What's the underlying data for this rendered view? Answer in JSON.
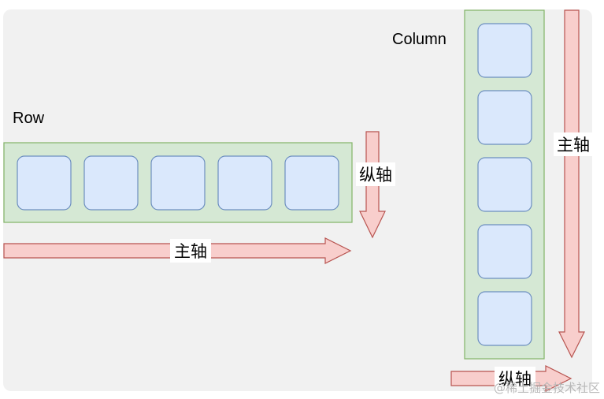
{
  "diagram": {
    "row": {
      "title": "Row",
      "item_count": 5,
      "main_axis_label": "主轴",
      "cross_axis_label": "纵轴"
    },
    "column": {
      "title": "Column",
      "item_count": 5,
      "main_axis_label": "主轴",
      "cross_axis_label": "纵轴"
    }
  },
  "watermark": "@稀土掘金技术社区",
  "colors": {
    "background": "#f1f1f1",
    "container_fill": "#d5e8d4",
    "container_stroke": "#82b366",
    "item_fill": "#dae8fc",
    "item_stroke": "#6c8ebf",
    "arrow_fill": "#f8cecc",
    "arrow_stroke": "#b85450"
  }
}
